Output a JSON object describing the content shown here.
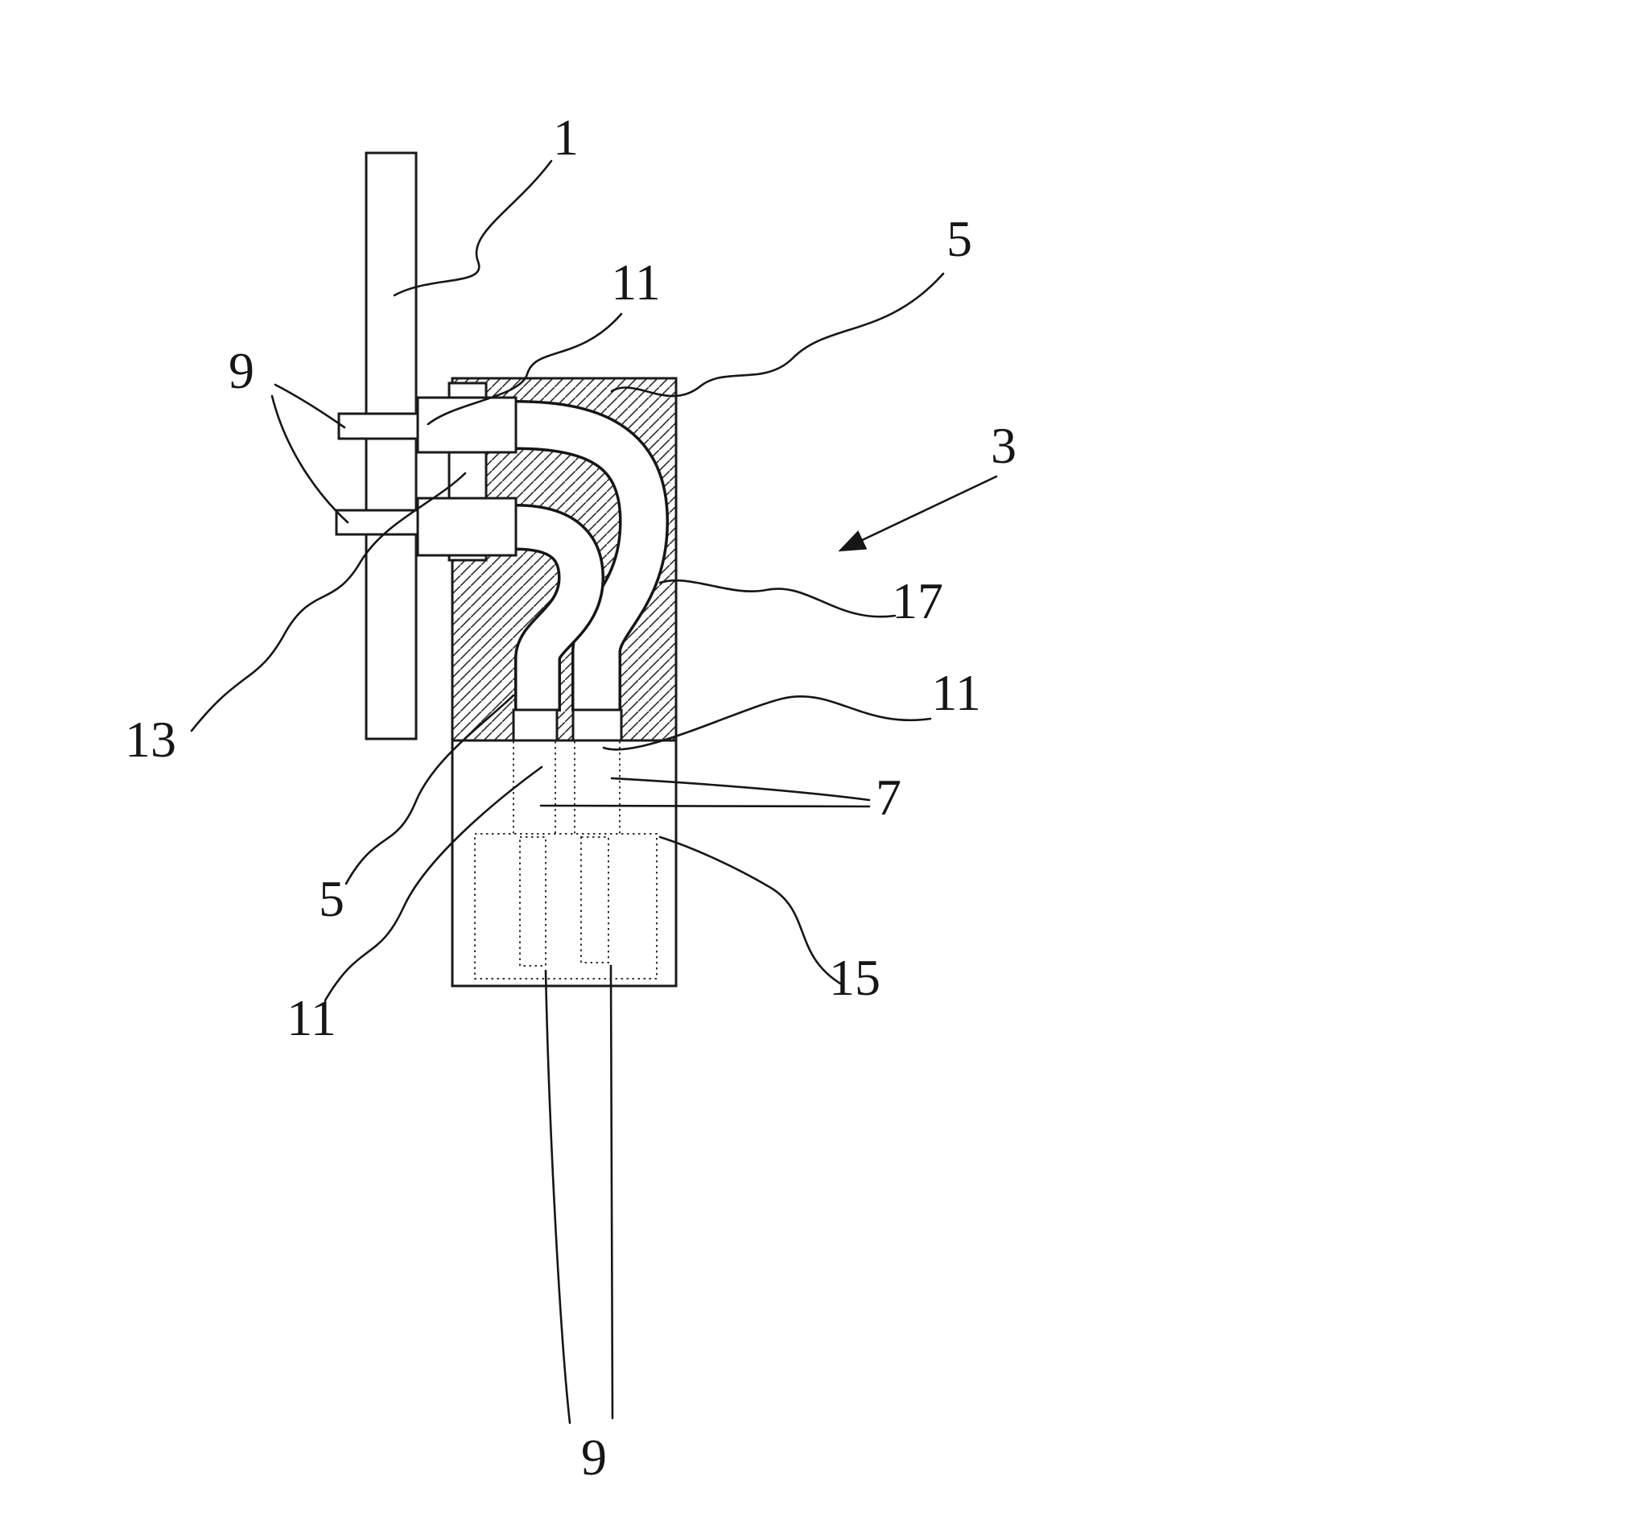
{
  "figure": {
    "kind": "patent-line-drawing",
    "background_color": "#ffffff",
    "line_color": "#1a1a1a"
  },
  "labels": [
    {
      "text": "1"
    },
    {
      "text": "11"
    },
    {
      "text": "5"
    },
    {
      "text": "9"
    },
    {
      "text": "3"
    },
    {
      "text": "17"
    },
    {
      "text": "11"
    },
    {
      "text": "13"
    },
    {
      "text": "7"
    },
    {
      "text": "5"
    },
    {
      "text": "11"
    },
    {
      "text": "15"
    },
    {
      "text": "9"
    }
  ]
}
